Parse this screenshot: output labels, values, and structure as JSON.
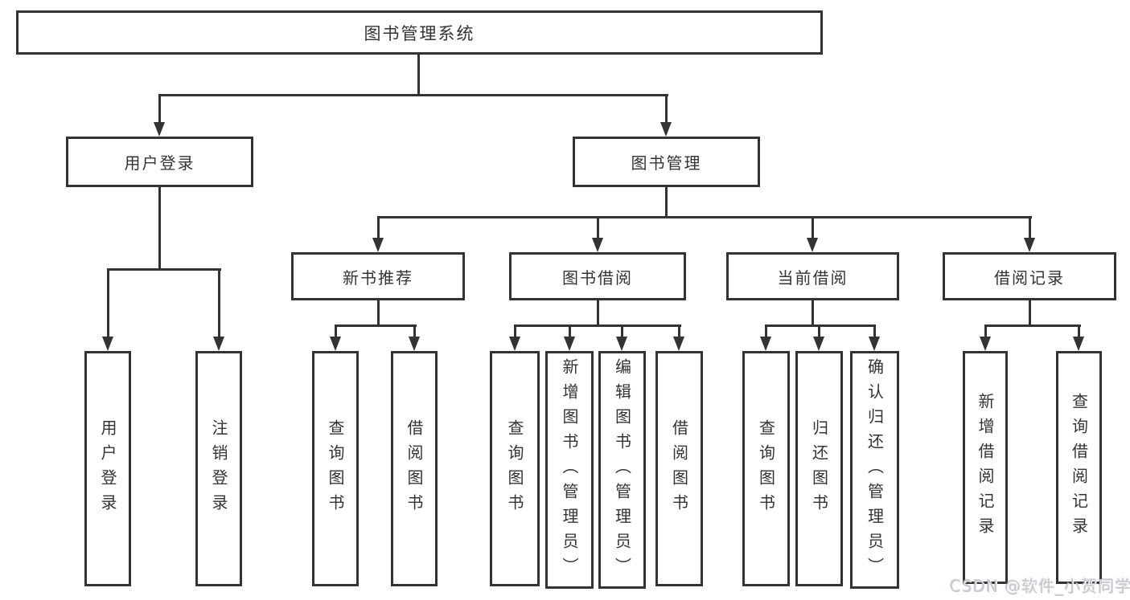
{
  "title": "图书管理系统",
  "colors": {
    "line": "#333333",
    "text": "#333333",
    "background": "#ffffff",
    "watermark": "#c6cad1"
  },
  "nodes": {
    "root": {
      "label": "图书管理系统"
    },
    "level2": [
      {
        "label": "用户登录"
      },
      {
        "label": "图书管理"
      }
    ],
    "level3": [
      {
        "label": "新书推荐",
        "parent": "图书管理"
      },
      {
        "label": "图书借阅",
        "parent": "图书管理"
      },
      {
        "label": "当前借阅",
        "parent": "图书管理"
      },
      {
        "label": "借阅记录",
        "parent": "图书管理"
      }
    ],
    "leaves": [
      {
        "label": "用户登录",
        "parent": "用户登录"
      },
      {
        "label": "注销登录",
        "parent": "用户登录"
      },
      {
        "label": "查询图书",
        "parent": "新书推荐"
      },
      {
        "label": "借阅图书",
        "parent": "新书推荐"
      },
      {
        "label": "查询图书",
        "parent": "图书借阅"
      },
      {
        "label": "新增图书（管理员）",
        "parent": "图书借阅"
      },
      {
        "label": "编辑图书（管理员）",
        "parent": "图书借阅"
      },
      {
        "label": "借阅图书",
        "parent": "图书借阅"
      },
      {
        "label": "查询图书",
        "parent": "当前借阅"
      },
      {
        "label": "归还图书",
        "parent": "当前借阅"
      },
      {
        "label": "确认归还（管理员）",
        "parent": "当前借阅"
      },
      {
        "label": "新增借阅记录",
        "parent": "借阅记录"
      },
      {
        "label": "查询借阅记录",
        "parent": "借阅记录"
      }
    ]
  },
  "watermark": {
    "text": "CSDN @软件_小贺同学"
  }
}
